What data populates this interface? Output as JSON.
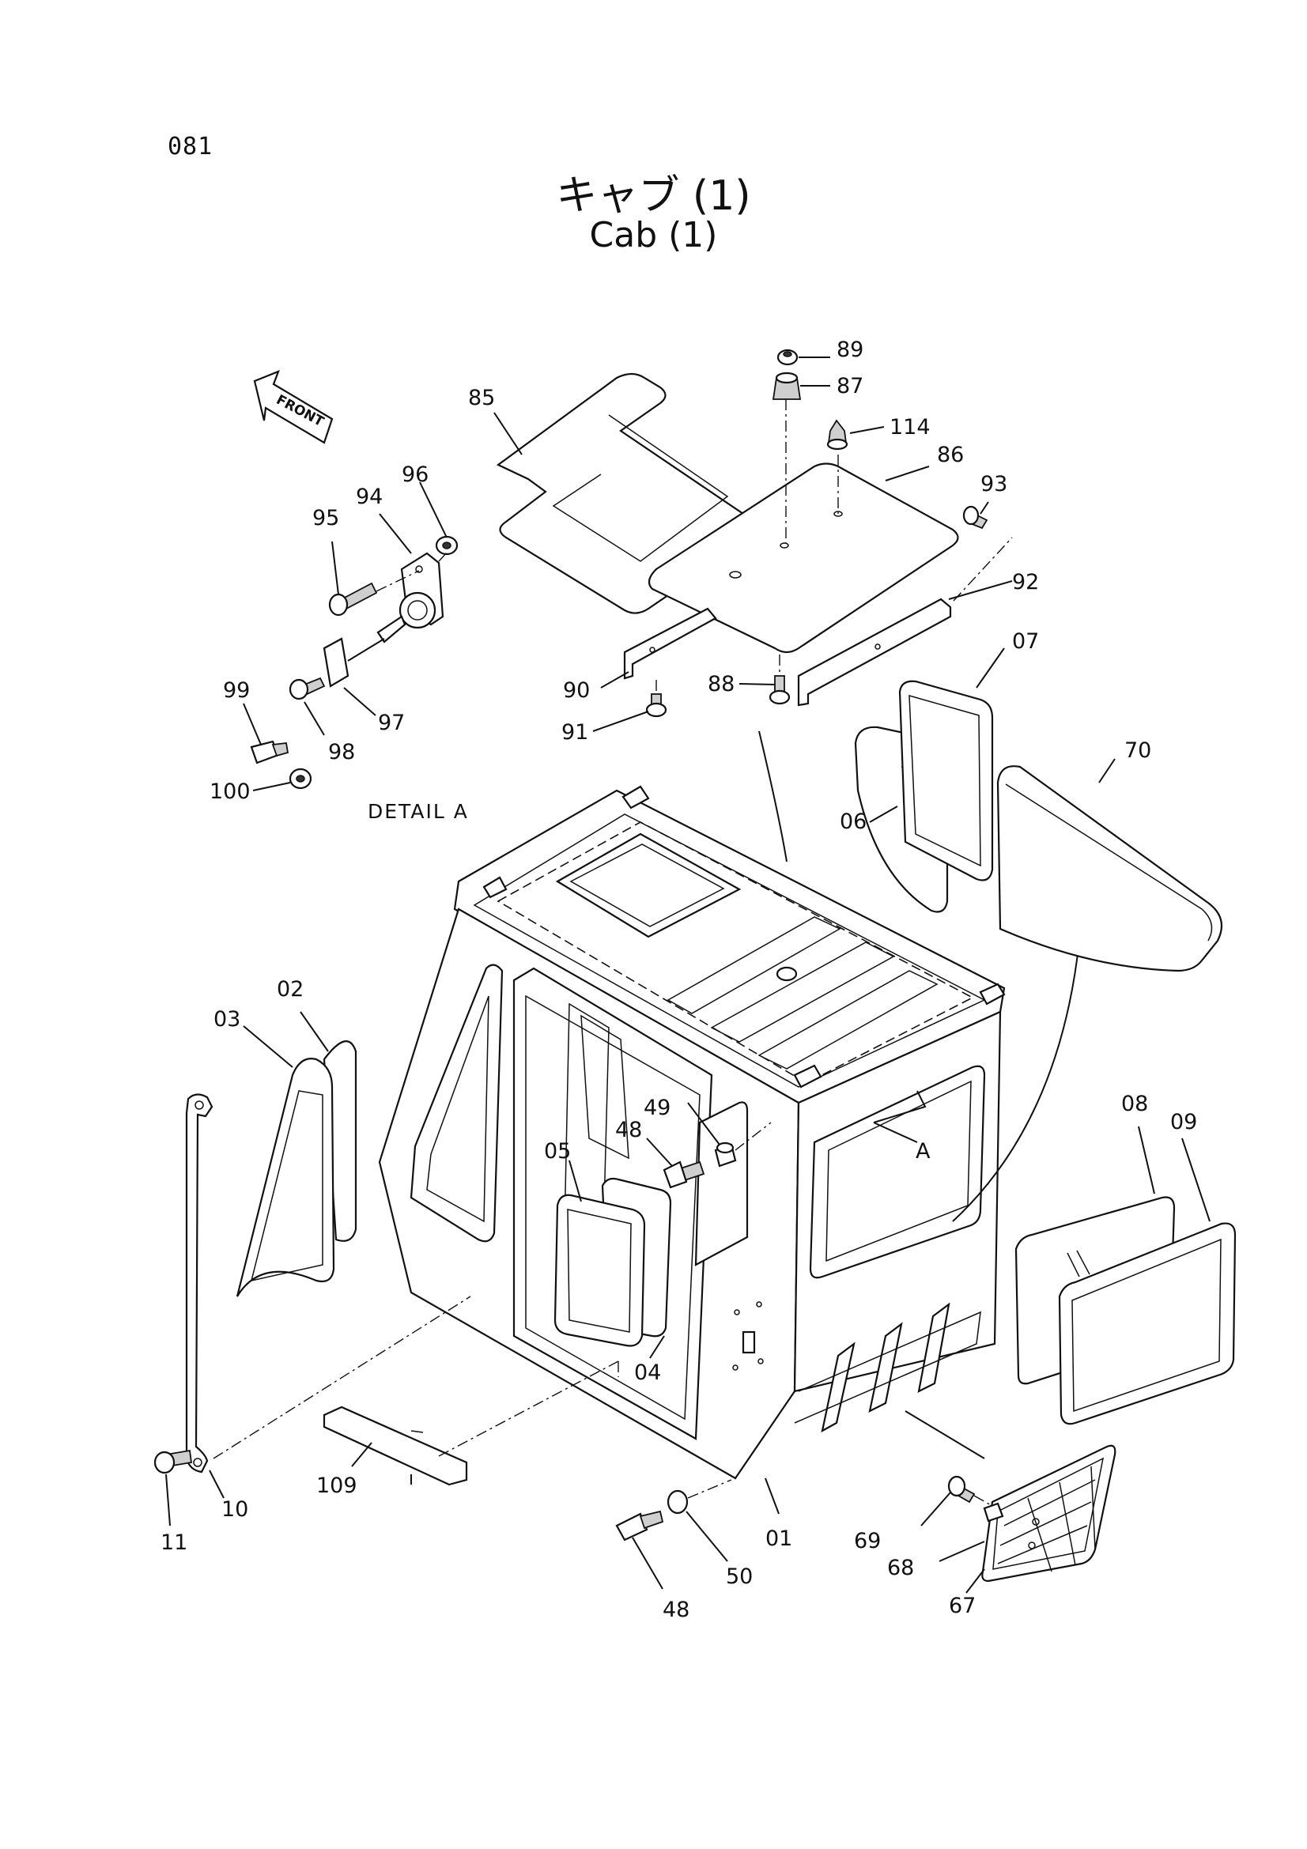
{
  "page_number": "081",
  "title_ja": "キャブ (1)",
  "title_en": "Cab (1)",
  "front_marker": "FRONT",
  "detail_caption": "DETAIL A",
  "view_marker": "A",
  "callouts": [
    "89",
    "87",
    "114",
    "86",
    "93",
    "85",
    "96",
    "94",
    "95",
    "92",
    "07",
    "90",
    "88",
    "91",
    "97",
    "99",
    "98",
    "100",
    "70",
    "06",
    "02",
    "03",
    "49",
    "48",
    "05",
    "08",
    "09",
    "04",
    "10",
    "109",
    "11",
    "01",
    "69",
    "68",
    "50",
    "48",
    "67"
  ]
}
